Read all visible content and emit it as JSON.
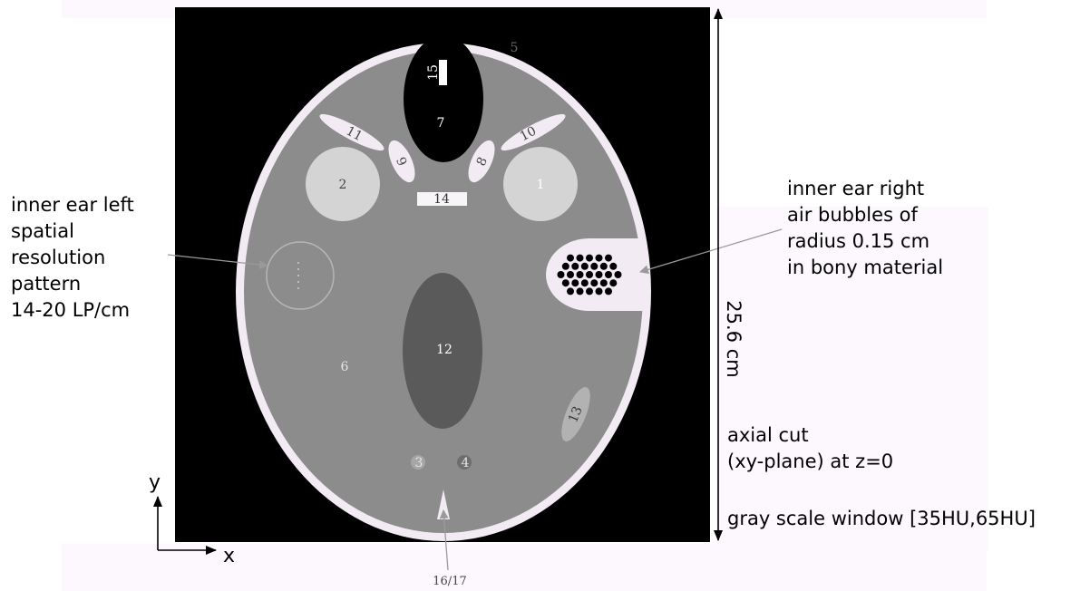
{
  "colors": {
    "background": "#000000",
    "skull": "#f2ebf3",
    "brain": "#8c8c8c",
    "ventricle": "#5a5a5a",
    "light_gray": "#d4d4d4",
    "white": "#ffffff"
  },
  "region_labels": {
    "r1": "1",
    "r2": "2",
    "r3": "3",
    "r4": "4",
    "r5": "5",
    "r6": "6",
    "r7": "7",
    "r8": "8",
    "r9": "9",
    "r10": "10",
    "r11": "11",
    "r12": "12",
    "r13": "13",
    "r14": "14",
    "r15": "15",
    "r16_17": "16/17"
  },
  "annotations": {
    "left_ear": [
      "inner ear left",
      "spatial",
      "resolution",
      "pattern",
      "14-20 LP/cm"
    ],
    "right_ear": [
      "inner ear right",
      "air bubbles of",
      "radius 0.15 cm",
      "in bony material"
    ],
    "dimension": "25.6 cm",
    "axial_cut": [
      "axial cut",
      "(xy-plane) at z=0"
    ],
    "gray_window": "gray scale window [35HU,65HU]",
    "axis_x": "x",
    "axis_y": "y"
  }
}
